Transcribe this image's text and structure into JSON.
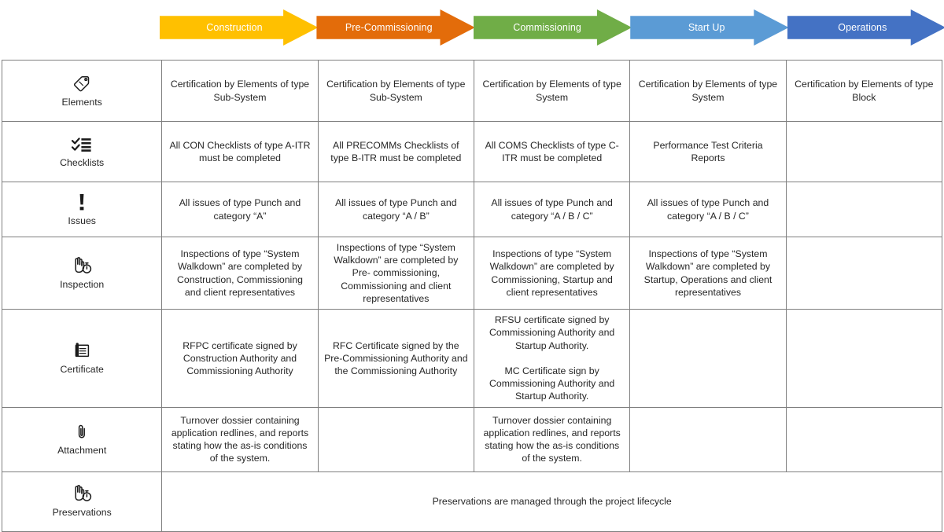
{
  "phases": [
    {
      "label": "Construction",
      "color": "#FFC000"
    },
    {
      "label": "Pre-Commissioning",
      "color": "#E36C0A"
    },
    {
      "label": "Commissioning",
      "color": "#70AD47"
    },
    {
      "label": "Start Up",
      "color": "#5B9BD5"
    },
    {
      "label": "Operations",
      "color": "#4472C4"
    }
  ],
  "rows": [
    {
      "icon": "tag-icon",
      "label": "Elements",
      "cells": [
        "Certification by Elements of type Sub-System",
        "Certification by Elements of type Sub-System",
        "Certification by Elements of type System",
        "Certification by Elements of type System",
        "Certification by Elements of type Block"
      ]
    },
    {
      "icon": "checklist-icon",
      "label": "Checklists",
      "cells": [
        "All CON Checklists of type A-ITR must be completed",
        "All PRECOMMs Checklists of type B-ITR must be completed",
        "All COMS Checklists of type C-ITR must be completed",
        "Performance Test Criteria Reports",
        ""
      ]
    },
    {
      "icon": "exclamation-icon",
      "label": "Issues",
      "cells": [
        "All issues of type Punch and category “A”",
        "All issues of type Punch and category “A / B”",
        "All issues of type Punch and category “A / B / C”",
        "All issues of type Punch and category “A / B / C”",
        ""
      ]
    },
    {
      "icon": "inspection-icon",
      "label": "Inspection",
      "cells": [
        "Inspections of type “System Walkdown” are completed by Construction, Commissioning and client representatives",
        "Inspections of type “System Walkdown” are completed by Pre- commissioning, Commissioning and client representatives",
        "Inspections of type “System Walkdown” are completed by Commissioning, Startup and client representatives",
        "Inspections of type “System Walkdown” are completed by Startup, Operations and client representatives",
        ""
      ]
    },
    {
      "icon": "certificate-icon",
      "label": "Certificate",
      "cells": [
        "RFPC certificate signed by Construction Authority and Commissioning Authority",
        "RFC Certificate signed by the Pre-Commissioning Authority and the Commissioning Authority",
        "RFSU certificate signed by Commissioning Authority and Startup Authority.\n\nMC Certificate sign by Commissioning Authority and Startup Authority.",
        "",
        ""
      ]
    },
    {
      "icon": "paperclip-icon",
      "label": "Attachment",
      "cells": [
        "Turnover dossier containing application redlines, and reports stating how the as-is conditions of the system.",
        "",
        "Turnover dossier containing application redlines, and reports stating how the as-is conditions of the system.",
        "",
        ""
      ]
    },
    {
      "icon": "preservation-icon",
      "label": "Preservations",
      "spanned": "Preservations are managed through the project lifecycle"
    }
  ]
}
